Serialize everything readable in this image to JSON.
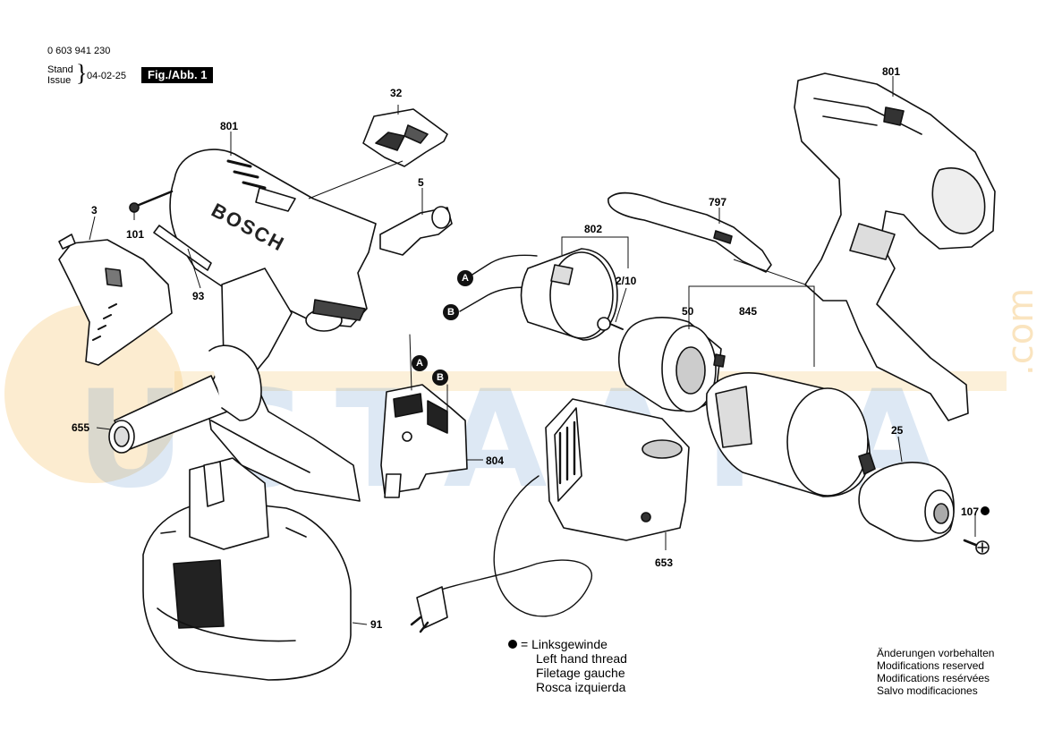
{
  "header": {
    "part_number": "0 603 941 230",
    "stand_label": "Stand",
    "issue_label": "Issue",
    "date": "04-02-25",
    "figure_label": "Fig./Abb. 1"
  },
  "callouts": {
    "c32": "32",
    "c801_left": "801",
    "c5": "5",
    "c3": "3",
    "c101": "101",
    "c93": "93",
    "c655": "655",
    "c804": "804",
    "c91": "91",
    "c802": "802",
    "c2_10": "2/10",
    "c797": "797",
    "c801_right": "801",
    "c50": "50",
    "c845": "845",
    "c653": "653",
    "c25": "25",
    "c107": "107"
  },
  "markers": {
    "a_left": "A",
    "b_left": "B",
    "a_switch": "A",
    "b_switch": "B"
  },
  "legend": {
    "lines": [
      "= Linksgewinde",
      "Left hand thread",
      "Filetage gauche",
      "Rosca izquierda"
    ]
  },
  "notice": {
    "lines": [
      "Änderungen vorbehalten",
      "Modifications reserved",
      "Modifications resérvées",
      "Salvo modificaciones"
    ]
  },
  "brand_on_housing": "BOSCH",
  "watermark": {
    "text": "USTAARA",
    "domain": ".com",
    "colors": {
      "blue": "#3b7dc4",
      "orange": "#f0a830"
    }
  }
}
